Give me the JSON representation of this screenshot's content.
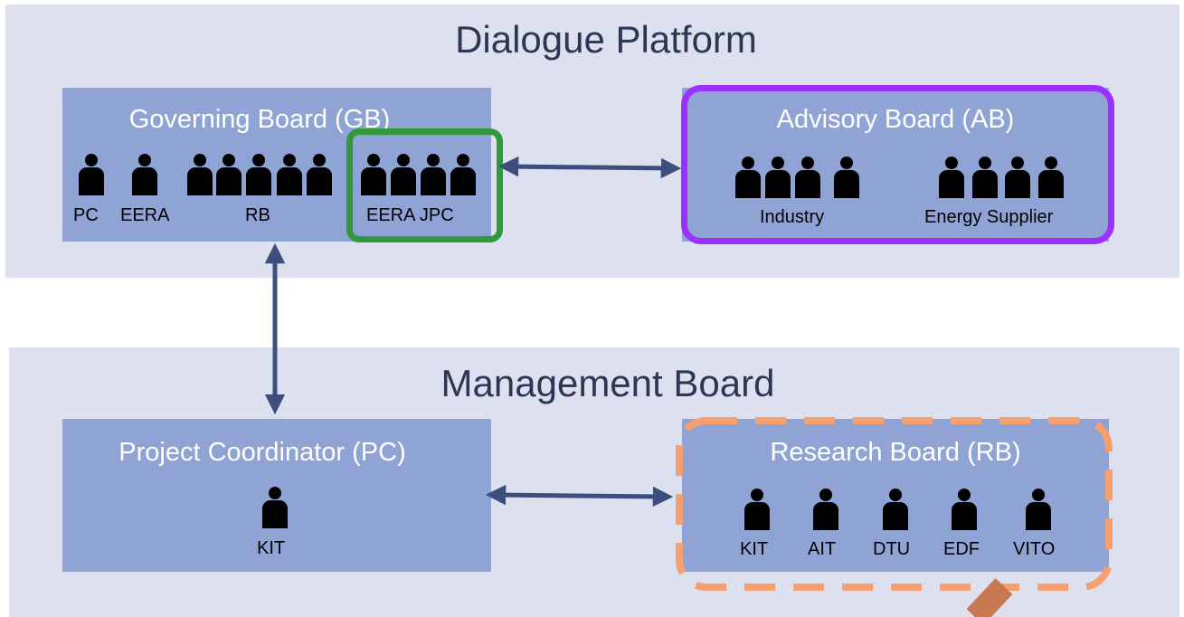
{
  "dialogue_platform": {
    "title": "Dialogue Platform",
    "governing_board": {
      "title": "Governing Board (GB)",
      "groups": [
        {
          "label": "PC",
          "count": 1
        },
        {
          "label": "EERA",
          "count": 1
        },
        {
          "label": "RB",
          "count": 5
        },
        {
          "label": "EERA JPC",
          "count": 4
        }
      ]
    },
    "advisory_board": {
      "title": "Advisory Board (AB)",
      "groups": [
        {
          "label": "Industry",
          "count": 4
        },
        {
          "label": "Energy Supplier",
          "count": 4
        }
      ]
    }
  },
  "management_board": {
    "title": "Management Board",
    "project_coordinator": {
      "title": "Project Coordinator (PC)",
      "member": "KIT"
    },
    "research_board": {
      "title": "Research Board (RB)",
      "members": [
        "KIT",
        "AIT",
        "DTU",
        "EDF",
        "VITO"
      ]
    }
  },
  "colors": {
    "band_background": "#dde1ef",
    "box_background": "#8fa3d4",
    "arrow": "#3c4f7c",
    "highlight_green": "#2e9a3a",
    "highlight_purple": "#9b30ff",
    "highlight_orange": "#f5a06e",
    "pointer_brown": "#c87850"
  }
}
